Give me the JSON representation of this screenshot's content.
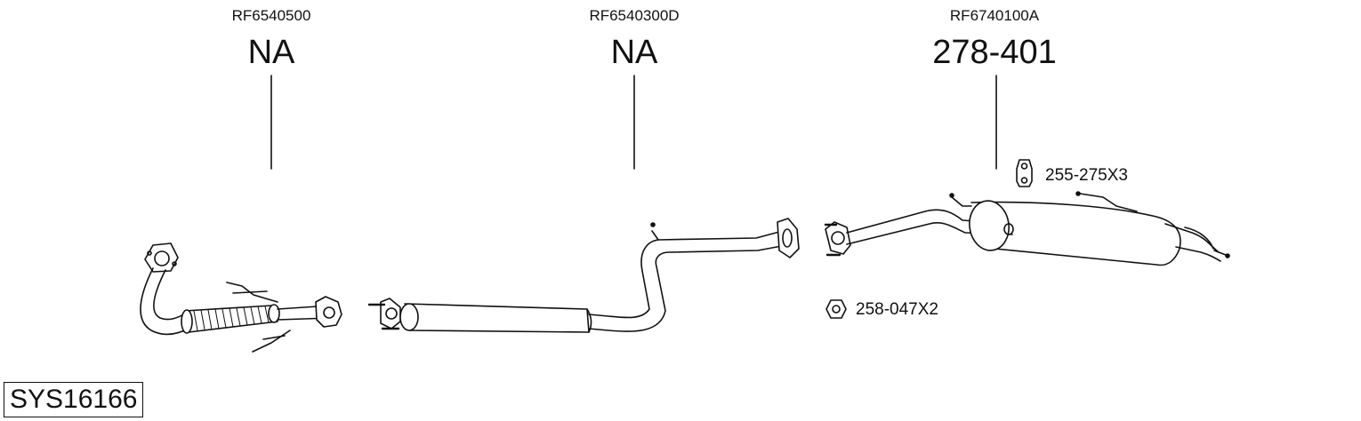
{
  "parts": [
    {
      "ref": "RF6540500",
      "code": "NA"
    },
    {
      "ref": "RF6540300D",
      "code": "NA"
    },
    {
      "ref": "RF6740100A",
      "code": "278-401"
    }
  ],
  "accessories": [
    {
      "label": "255-275X3",
      "icon": "rubber-hanger-icon"
    },
    {
      "label": "258-047X2",
      "icon": "hex-nut-icon"
    }
  ],
  "system_id": "SYS16166"
}
